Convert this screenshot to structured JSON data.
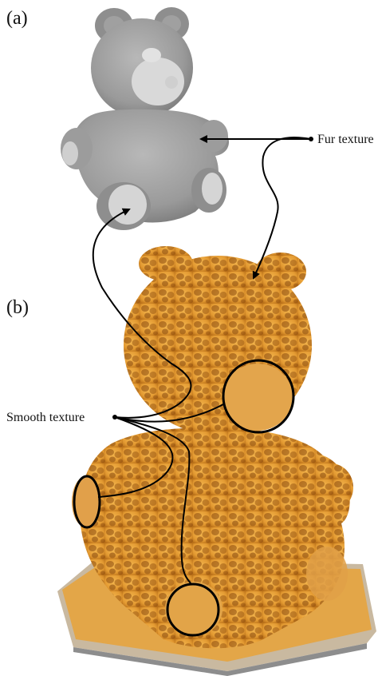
{
  "panels": [
    {
      "label": "(a)"
    },
    {
      "label": "(b)"
    }
  ],
  "annotations": {
    "fur": "Fur texture",
    "smooth": "Smooth texture"
  },
  "colors": {
    "render_gray": "#a9a9a9",
    "render_light": "#d6d6d6",
    "print_orange": "#e7a23a",
    "print_shadow": "#9c5a12",
    "base_plate": "#cfc8bd"
  }
}
